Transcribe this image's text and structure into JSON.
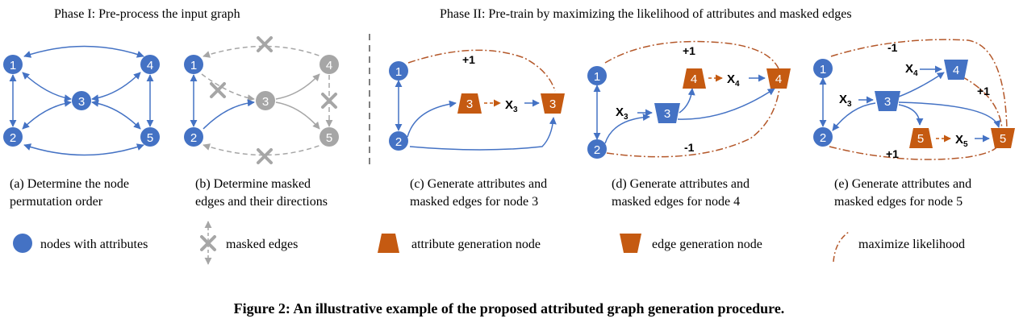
{
  "colors": {
    "node_blue": "#4472c4",
    "node_grey": "#a6a6a6",
    "orange": "#c55a11",
    "likelihood_line": "#b4582a",
    "edge_blue": "#4472c4",
    "masked_edge": "#a6a6a6",
    "cross": "#a6a6a6"
  },
  "phases": {
    "phase1": "Phase I: Pre-process the input graph",
    "phase2": "Phase II: Pre-train by maximizing the likelihood of attributes and masked edges"
  },
  "nodes": {
    "n1": "1",
    "n2": "2",
    "n3": "3",
    "n4": "4",
    "n5": "5"
  },
  "panels": {
    "a": {
      "caption_line1": "(a) Determine the node",
      "caption_line2": "permutation order"
    },
    "b": {
      "caption_line1": "(b) Determine masked",
      "caption_line2": "edges and their directions"
    },
    "c": {
      "caption_line1": "(c) Generate attributes and",
      "caption_line2": "masked edges for node 3",
      "label_plus1": "+1",
      "attr_x": "X",
      "attr_sub": "3"
    },
    "d": {
      "caption_line1": "(d) Generate attributes and",
      "caption_line2": "masked edges for node 4",
      "label_plus1": "+1",
      "label_minus1": "-1",
      "attr_x": "X",
      "attr_sub": "4",
      "input_x": "X",
      "input_sub": "3"
    },
    "e": {
      "caption_line1": "(e) Generate attributes and",
      "caption_line2": "masked edges for node 5",
      "label_minus1": "-1",
      "label_plus1_right": "+1",
      "label_plus1_bottom": "+1",
      "input_x4": "X",
      "input_sub4": "4",
      "input_x3": "X",
      "input_sub3": "3",
      "attr_x": "X",
      "attr_sub": "5"
    }
  },
  "legend": {
    "nodes": "nodes with attributes",
    "masked": "masked edges",
    "attr_gen": "attribute generation node",
    "edge_gen": "edge generation node",
    "likelihood": "maximize likelihood"
  },
  "figure_caption": "Figure 2: An illustrative example of the proposed attributed graph generation procedure."
}
